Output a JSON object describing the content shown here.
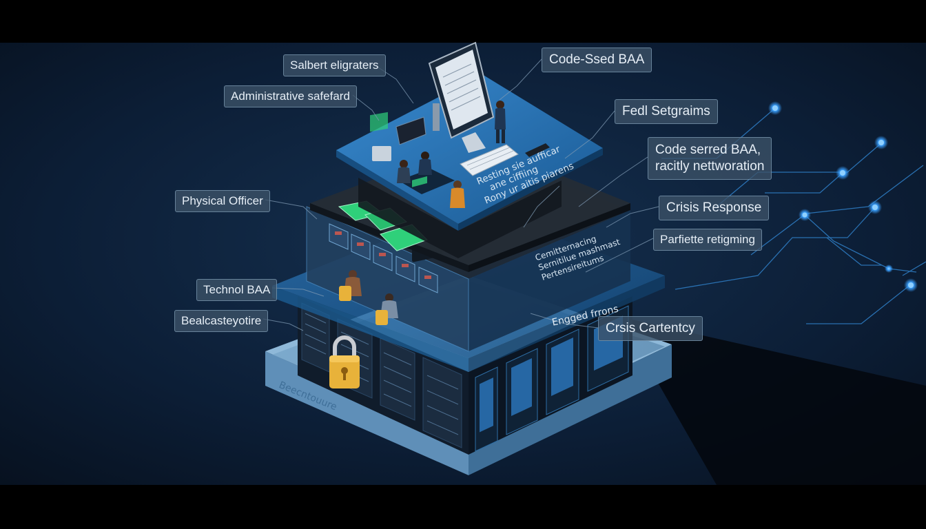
{
  "colors": {
    "background": "#0a1a2e",
    "panel_blue": "#1f6fb5",
    "server_dark": "#0f1a28",
    "accent_glow": "#3aa0ff",
    "lock_gold": "#e8b23a",
    "folder_green": "#2fd07a"
  },
  "callouts": {
    "left": [
      {
        "text": "Salbert eligraters"
      },
      {
        "text": "Administrative safefard"
      },
      {
        "text": "Physical Officer"
      },
      {
        "text": "Technol BAA"
      },
      {
        "text": "Bealcasteyotire"
      }
    ],
    "right": [
      {
        "text": "Code-Ssed BAA"
      },
      {
        "text": "Fedl Setgraims"
      },
      {
        "text": "Code serred BAA,"
      },
      {
        "text": "racitly nettworation"
      },
      {
        "text": "Crisis Response"
      },
      {
        "text": "Parfiette retigming"
      },
      {
        "text": "Crsis Cartentcy"
      }
    ]
  },
  "layer_text": {
    "top_panel": [
      "Resting sie aufficar",
      "ane ciffiing",
      "Rony ur aitis piarens"
    ],
    "middle_panel": [
      "Cemitternacing",
      "Sernitilue mashmast",
      "Pertensireitums"
    ],
    "lower_panel": "Engged frrons",
    "base_plate": "Beecntouure"
  },
  "icons": [
    "lock-icon",
    "computer-monitor-icon",
    "keyboard-icon",
    "document-folder-icon",
    "network-node-icon"
  ]
}
